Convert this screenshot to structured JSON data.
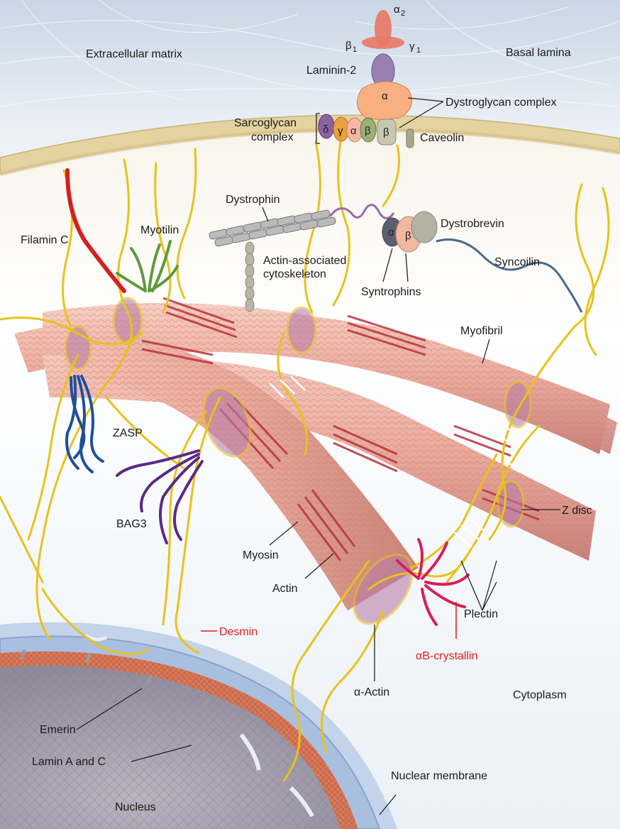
{
  "labels": {
    "extracellular_matrix": "Extracellular matrix",
    "basal_lamina": "Basal lamina",
    "laminin": "Laminin-2",
    "alpha2": "α",
    "alpha2_sub": "2",
    "beta1": "β",
    "beta1_sub": "1",
    "gamma1": "γ",
    "gamma1_sub": "1",
    "dg_alpha": "α",
    "dystroglycan": "Dystroglycan complex",
    "sarcoglycan_line1": "Sarcoglycan",
    "sarcoglycan_line2": "complex",
    "sg_delta": "δ",
    "sg_gamma": "γ",
    "sg_alpha": "α",
    "sg_beta": "β",
    "dg_beta": "β",
    "caveolin": "Caveolin",
    "dystrophin": "Dystrophin",
    "dystrobrevin": "Dystrobrevin",
    "syn_alpha": "α",
    "syn_beta": "β",
    "syncoilin": "Syncoilin",
    "syntrophins": "Syntrophins",
    "actin_assoc_line1": "Actin-associated",
    "actin_assoc_line2": "cytoskeleton",
    "filamin_c": "Filamin C",
    "myotilin": "Myotilin",
    "myofibril": "Myofibril",
    "zasp": "ZASP",
    "bag3": "BAG3",
    "z_disc": "Z disc",
    "myosin": "Myosin",
    "actin": "Actin",
    "plectin": "Plectin",
    "desmin": "Desmin",
    "ab_crystallin": "αB-crystallin",
    "alpha_actin": "α-Actin",
    "cytoplasm": "Cytoplasm",
    "emerin": "Emerin",
    "lamin": "Lamin A and C",
    "nuclear_membrane": "Nuclear membrane",
    "nucleus": "Nucleus"
  },
  "colors": {
    "background": "#eef3f8",
    "membrane": "#e4d3a0",
    "myofibril": "#e8a89a",
    "striation": "#b8323c",
    "desmin_filament": "#e8c21a",
    "filamin": "#d42020",
    "myotilin": "#5f9a3a",
    "zasp": "#1f4f9a",
    "bag3": "#5a2a86",
    "crystallin": "#d61e5a",
    "nucleus_membrane": "#a8bfe0",
    "lamina": "#d46a4a",
    "red_label": "#e01f1f"
  }
}
